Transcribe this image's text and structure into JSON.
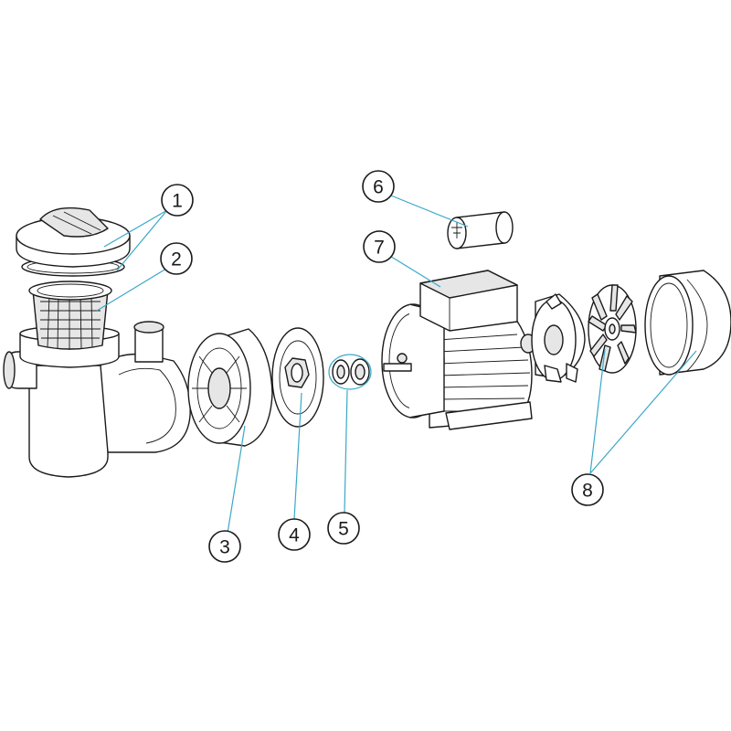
{
  "colors": {
    "leader": "#3aa8c8",
    "outline": "#1a1a1a"
  },
  "callouts": [
    {
      "id": "1",
      "label": "1"
    },
    {
      "id": "2",
      "label": "2"
    },
    {
      "id": "3",
      "label": "3"
    },
    {
      "id": "4",
      "label": "4"
    },
    {
      "id": "5",
      "label": "5"
    },
    {
      "id": "6",
      "label": "6"
    },
    {
      "id": "7",
      "label": "7"
    },
    {
      "id": "8",
      "label": "8"
    }
  ]
}
